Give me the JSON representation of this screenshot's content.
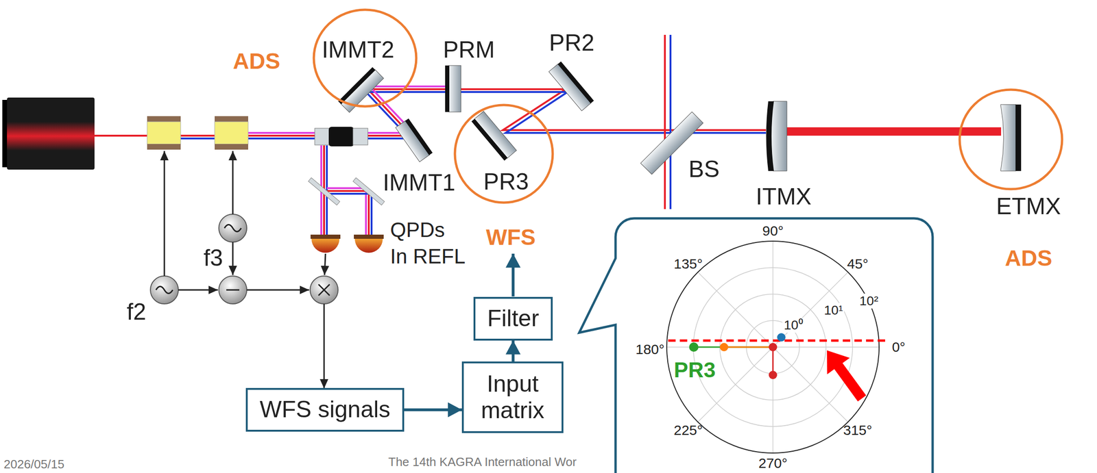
{
  "diagram": {
    "nodes": [
      {
        "text": [
          "IMMT2"
        ]
      },
      {
        "text": [
          "PR3"
        ]
      },
      {
        "text": [
          "ETMX"
        ]
      },
      {
        "text": [
          "WFS signals"
        ]
      },
      {
        "text": [
          "Input matrix"
        ]
      },
      {
        "text": [
          "Filter"
        ]
      }
    ],
    "edges": [
      {
        "from": 3,
        "to": 4,
        "arrow": "to"
      },
      {
        "from": 4,
        "to": 5,
        "arrow": "to"
      }
    ],
    "labels": [
      "ADS",
      "PRM",
      "PR2",
      "IMMT1",
      "BS",
      "ITMX",
      "WFS",
      "ADS",
      "QPDs In REFL",
      "f3",
      "f2",
      "90°",
      "45°",
      "0°",
      "315°",
      "270°",
      "225°",
      "180°",
      "135°",
      "10⁰",
      "10¹",
      "10²",
      "PR3",
      "2026/05/15",
      "The 14th KAGRA International Wor"
    ]
  }
}
